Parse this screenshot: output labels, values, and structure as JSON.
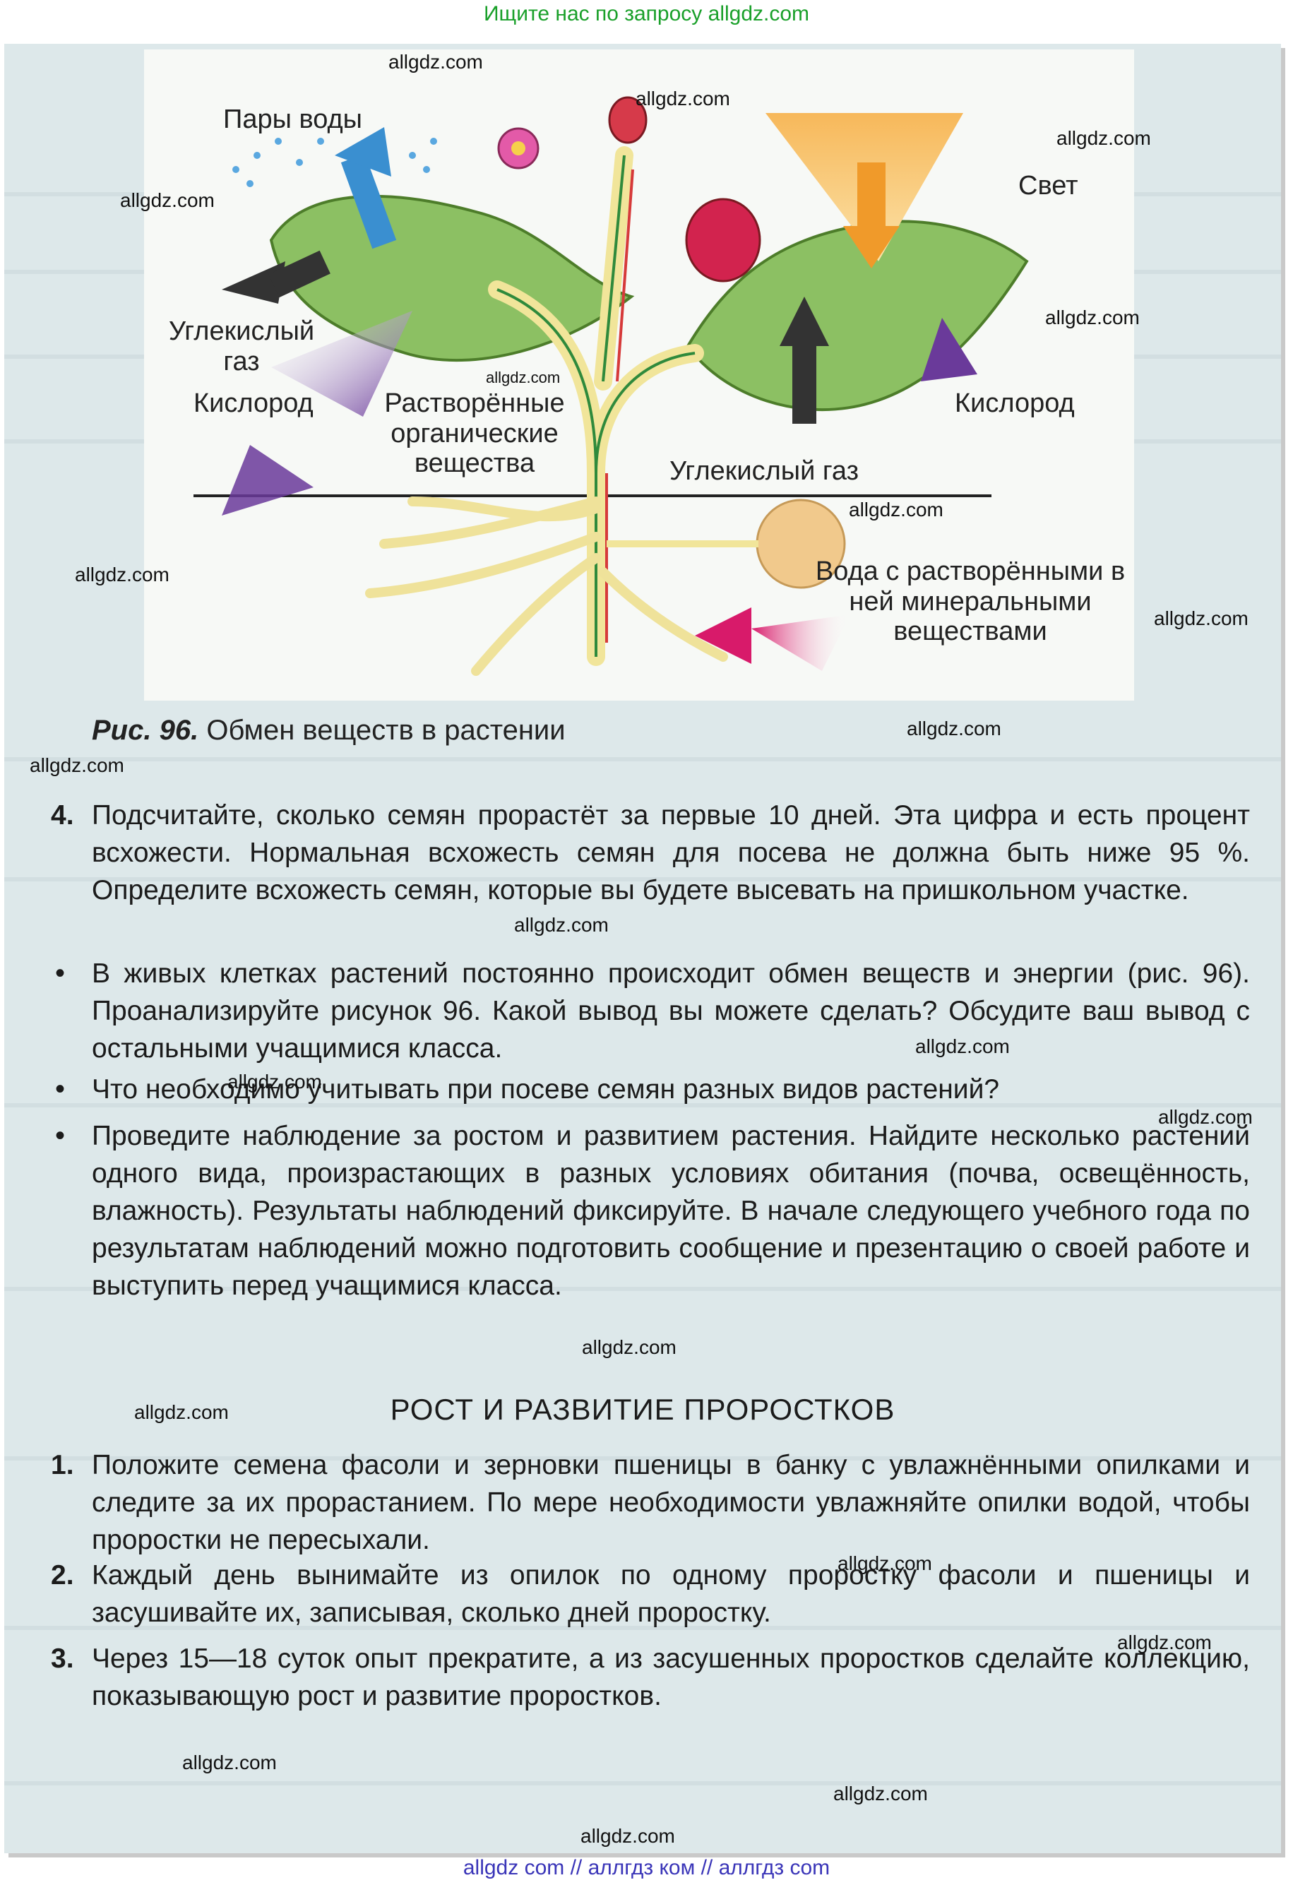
{
  "banner": "Ищите нас по запросу allgdz.com",
  "footer": "allgdz com  //  аллгдз ком  //  аллгдз com",
  "watermark": "allgdz.com",
  "figure": {
    "labels": {
      "water_vapor": "Пары воды",
      "light": "Свет",
      "co2_left": "Углекислый газ",
      "oxygen_left": "Кислород",
      "organic": "Растворённые органические вещества",
      "oxygen_right": "Кислород",
      "co2_right": "Углекислый газ",
      "water_minerals": "Вода с растворёнными в ней минеральными веществами"
    },
    "caption_num": "Рис. 96.",
    "caption_text": "Обмен веществ в растении"
  },
  "paragraphs": [
    {
      "marker": "4.",
      "text": "Подсчитайте, сколько семян прорастёт за первые 10 дней. Эта цифра и есть процент всхожести. Нормальная всхожесть семян для посева не должна быть ниже 95 %. Определите всхожесть семян, которые вы будете высевать на пришкольном участке."
    },
    {
      "marker": "•",
      "text": "В живых клетках растений постоянно происходит обмен веществ и энергии (рис. 96). Проанализируйте рисунок 96. Какой вывод вы можете сделать? Обсудите ваш вывод с остальными учащимися класса."
    },
    {
      "marker": "•",
      "text": "Что необходимо учитывать при посеве семян разных видов растений?"
    },
    {
      "marker": "•",
      "text": "Проведите наблюдение за ростом и развитием растения. Найдите несколько растений одного вида, произрастающих в разных условиях обитания (почва, освещённость, влажность). Результаты наблюдений фиксируйте. В начале следующего учебного года по результатам наблюдений можно подготовить сообщение и презентацию о своей работе и выступить перед учащимися класса."
    }
  ],
  "section_title": "РОСТ И РАЗВИТИЕ ПРОРОСТКОВ",
  "steps": [
    {
      "marker": "1.",
      "text": "Положите семена фасоли и зерновки пшеницы в банку с увлажнёнными опилками и следите за их прорастанием. По мере необходимости увлажняйте опилки водой, чтобы проростки не пересыхали."
    },
    {
      "marker": "2.",
      "text": "Каждый день вынимайте из опилок по одному проростку фасоли и пшеницы и засушивайте их, записывая, сколько дней проростку."
    },
    {
      "marker": "3.",
      "text": "Через 15—18 суток опыт прекратите, а из засушенных проростков сделайте коллекцию, показывающую рост и развитие проростков."
    }
  ]
}
